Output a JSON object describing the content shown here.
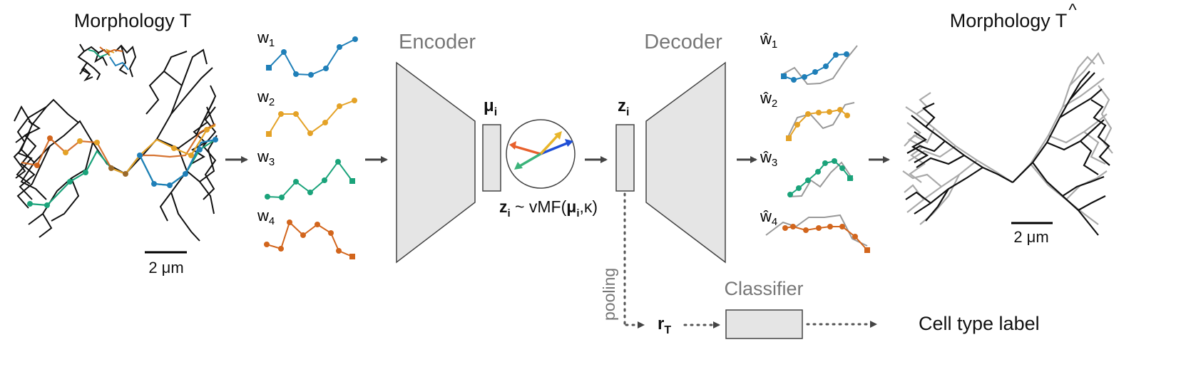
{
  "input_title": "Morphology T",
  "output_title": "Morphology T",
  "output_title_accent": "^",
  "walks": [
    "w",
    "w",
    "w",
    "w"
  ],
  "walk_indices": [
    "1",
    "2",
    "3",
    "4"
  ],
  "walks_hat": [
    "ŵ",
    "ŵ",
    "ŵ",
    "ŵ"
  ],
  "scale_bar": "2 μm",
  "encoder": "Encoder",
  "decoder": "Decoder",
  "mu": "μ",
  "mu_sub": "i",
  "z": "z",
  "z_sub": "i",
  "sampling": {
    "z": "z",
    "z_sub": "i",
    "tilde": " ~ vMF(",
    "mu": "μ",
    "mu_sub": "i",
    "comma_kappa": ",κ)"
  },
  "pooling": "pooling",
  "r": "r",
  "r_sub": "T",
  "classifier": "Classifier",
  "cell_type_label": "Cell type label",
  "colors": {
    "w1": "#1f7fb8",
    "w2": "#e4a227",
    "w3": "#1aa37a",
    "w4": "#d2651c",
    "box_fill": "#e5e5e5",
    "box_stroke": "#444444",
    "arrow": "#444444",
    "vmf_blue": "#1f4fd6",
    "vmf_yellow": "#e8b62b",
    "vmf_orange": "#e8602c",
    "vmf_green": "#3bb37a"
  },
  "icons": [
    "arrow-right-icon",
    "von-mises-fisher-sphere-icon",
    "dotted-arrow-icon"
  ]
}
